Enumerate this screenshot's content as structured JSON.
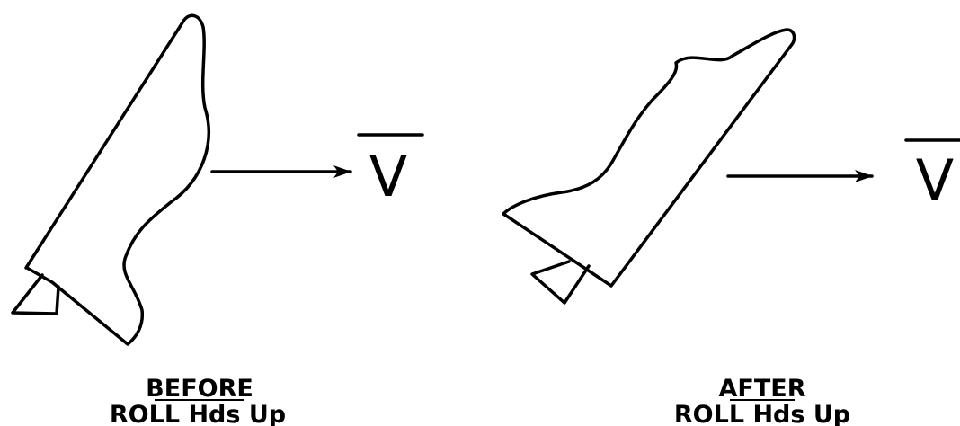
{
  "panels": [
    {
      "heading": "BEFORE",
      "caption": "ROLL Hds Up",
      "velocity_symbol": "V"
    },
    {
      "heading": "AFTER",
      "caption": "ROLL Hds Up",
      "velocity_symbol": "V"
    }
  ]
}
